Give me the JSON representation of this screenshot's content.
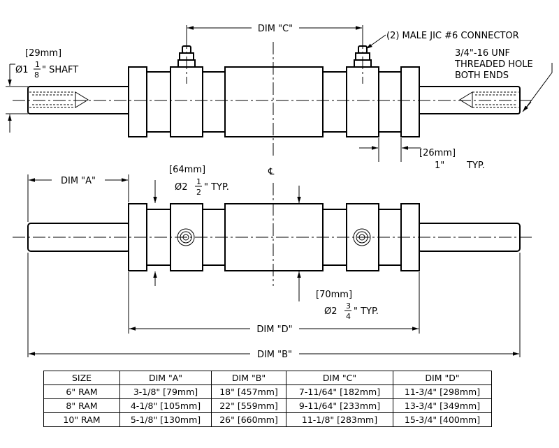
{
  "drawing": {
    "top_view": {
      "dim_c": "DIM \"C\"",
      "connector_note": "(2) MALE JIC #6 CONNECTOR",
      "thread_note_1": "3/4\"-16 UNF",
      "thread_note_2": "THREADED HOLE",
      "thread_note_3": "BOTH ENDS",
      "shaft_mm": "[29mm]",
      "shaft_dia_symbol": "Ø1",
      "shaft_frac_num": "1",
      "shaft_frac_den": "8",
      "shaft_label": "\"  SHAFT",
      "collar_mm": "[26mm]",
      "collar_in": "1\"",
      "collar_typ": "TYP."
    },
    "front_view": {
      "dim_a": "DIM \"A\"",
      "centerline_symbol": "℄",
      "end_mm": "[64mm]",
      "end_dia_symbol": "Ø2",
      "end_frac_num": "1",
      "end_frac_den": "2",
      "end_typ": "\"   TYP.",
      "body_mm": "[70mm]",
      "body_dia_symbol": "Ø2",
      "body_frac_num": "3",
      "body_frac_den": "4",
      "body_typ": "\"   TYP.",
      "dim_d": "DIM \"D\"",
      "dim_b": "DIM \"B\""
    }
  },
  "table": {
    "headers": [
      "SIZE",
      "DIM \"A\"",
      "DIM \"B\"",
      "DIM \"C\"",
      "DIM \"D\""
    ],
    "rows": [
      [
        "6\" RAM",
        "3-1/8\" [79mm]",
        "18\" [457mm]",
        "7-11/64\" [182mm]",
        "11-3/4\" [298mm]"
      ],
      [
        "8\" RAM",
        "4-1/8\" [105mm]",
        "22\" [559mm]",
        "9-11/64\" [233mm]",
        "13-3/4\" [349mm]"
      ],
      [
        "10\" RAM",
        "5-1/8\" [130mm]",
        "26\" [660mm]",
        "11-1/8\" [283mm]",
        "15-3/4\" [400mm]"
      ]
    ]
  }
}
